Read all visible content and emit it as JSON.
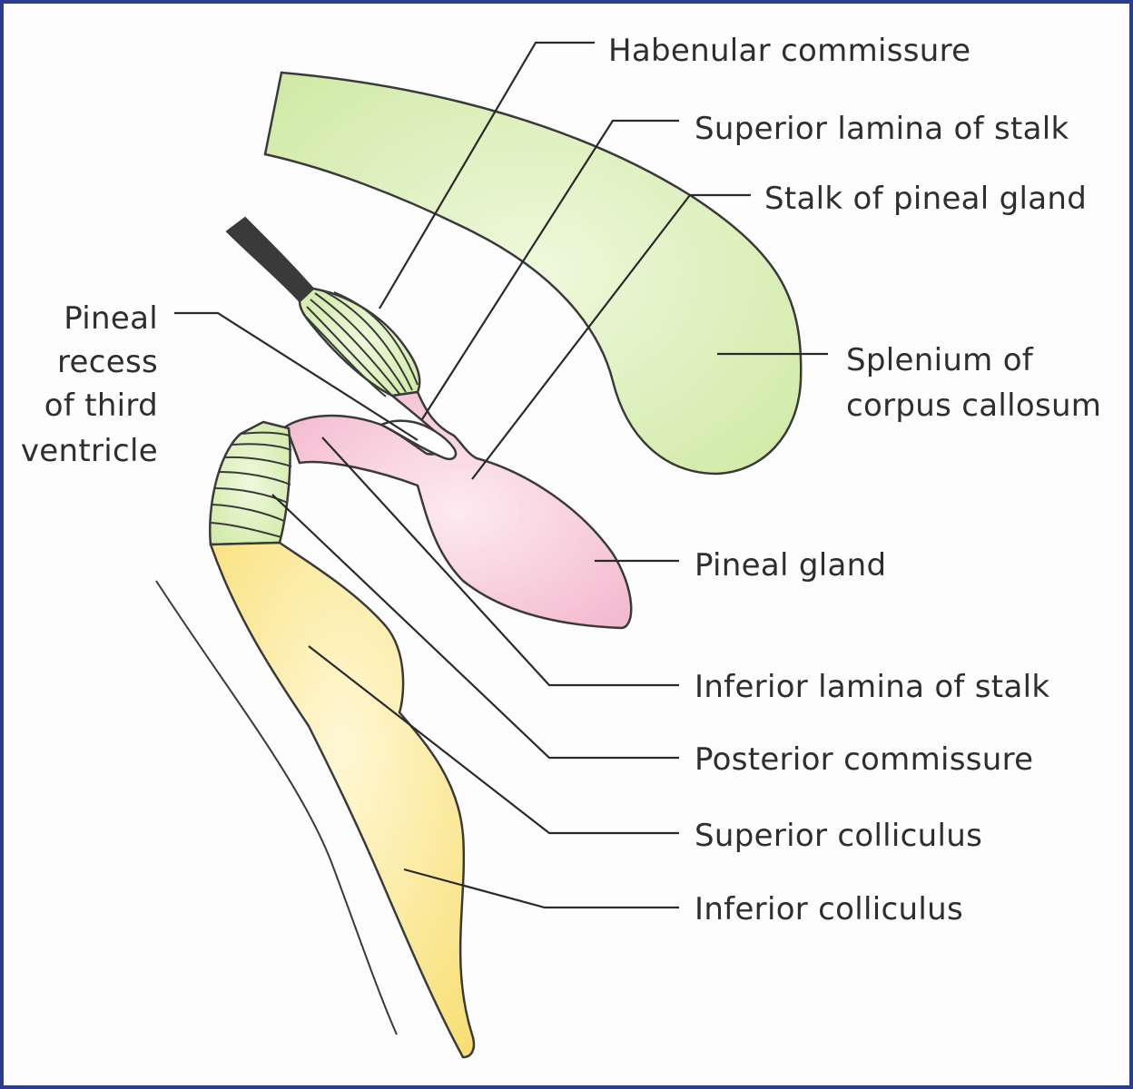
{
  "colors": {
    "frame": "#2b3d8f",
    "green": "#d9f0b6",
    "green_light": "#eaf7d5",
    "pink": "#f7c6d8",
    "pink_light": "#fbe3ec",
    "yellow": "#fbe58a",
    "yellow_light": "#fdf4c6",
    "line": "#2a2a2a"
  },
  "labels": {
    "habenular_commissure": "Habenular commissure",
    "superior_lamina": "Superior lamina of stalk",
    "stalk": "Stalk of pineal gland",
    "splenium_1": "Splenium of",
    "splenium_2": "corpus callosum",
    "pineal_recess_1": "Pineal",
    "pineal_recess_2": "recess",
    "pineal_recess_3": "of third",
    "pineal_recess_4": "ventricle",
    "pineal_gland": "Pineal gland",
    "inferior_lamina": "Inferior lamina of stalk",
    "posterior_commissure": "Posterior commissure",
    "superior_colliculus": "Superior colliculus",
    "inferior_colliculus": "Inferior colliculus"
  }
}
